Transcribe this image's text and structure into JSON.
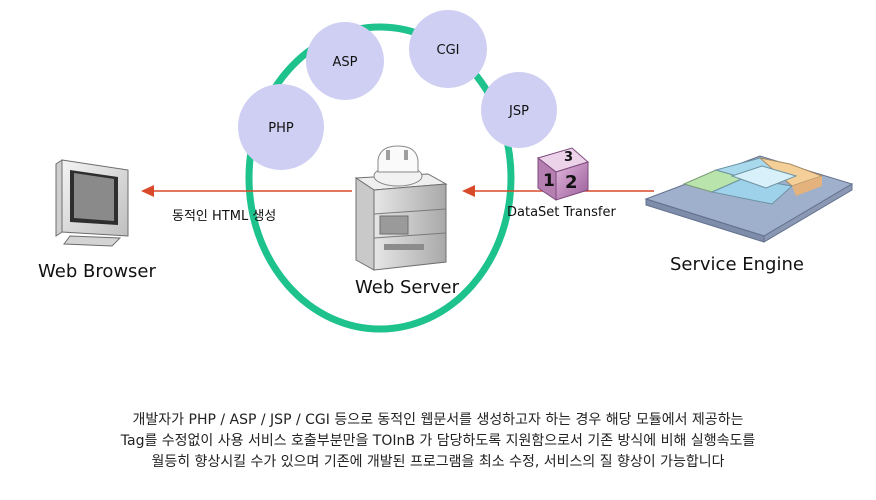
{
  "diagram": {
    "nodes": {
      "web_browser": "Web Browser",
      "web_server": "Web Server",
      "service_engine": "Service Engine"
    },
    "technologies": [
      "PHP",
      "ASP",
      "CGI",
      "JSP"
    ],
    "arrows": {
      "server_to_browser": "동적인 HTML 생성",
      "engine_to_server": "DataSet Transfer"
    },
    "cube_digits": [
      "3",
      "1",
      "2"
    ],
    "colors": {
      "ring": "#1ec28c",
      "bubble": "#cfcff3",
      "arrow": "#d94a2a"
    }
  },
  "caption": [
    "개발자가 PHP / ASP / JSP / CGI 등으로 동적인 웹문서를 생성하고자 하는 경우 해당 모듈에서 제공하는",
    "Tag를 수정없이 사용 서비스 호출부분만을 TOInB 가 담당하도록 지원함으로서 기존 방식에 비해 실행속도를",
    "월등히 향상시킬 수가 있으며 기존에 개발된 프로그램을 최소 수정, 서비스의 질 향상이 가능합니다"
  ]
}
